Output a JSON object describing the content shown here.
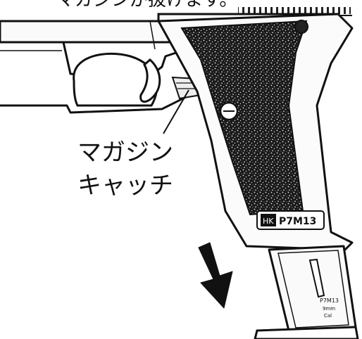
{
  "header_text": "マガジンが抜けます。",
  "callout": {
    "line1": "マガジン",
    "line2": "キャッチ"
  },
  "grip_logo": {
    "brand_mark": "HK",
    "model": "P7M13"
  },
  "magazine_markings": [
    "P7M13",
    "9mm",
    "Cal"
  ],
  "icons": {
    "direction_arrow": "arrow-down-icon"
  }
}
